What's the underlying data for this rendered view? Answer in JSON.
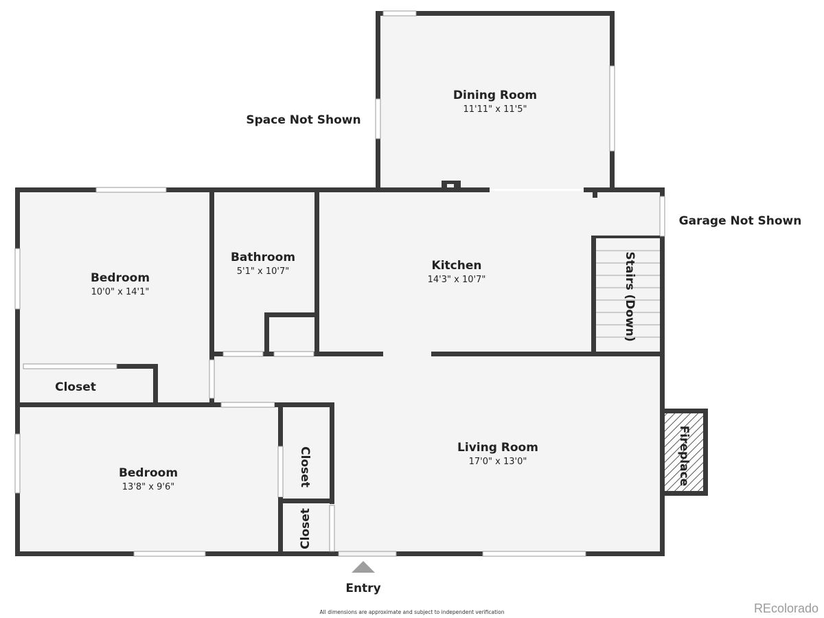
{
  "rooms": {
    "dining": {
      "name": "Dining Room",
      "dims": "11'11\" x 11'5\""
    },
    "bedroom1": {
      "name": "Bedroom",
      "dims": "10'0\" x 14'1\""
    },
    "bathroom": {
      "name": "Bathroom",
      "dims": "5'1\" x 10'7\""
    },
    "kitchen": {
      "name": "Kitchen",
      "dims": "14'3\" x 10'7\""
    },
    "stairs": {
      "name": "Stairs (Down)"
    },
    "closet1": {
      "name": "Closet"
    },
    "living": {
      "name": "Living Room",
      "dims": "17'0\" x 13'0\""
    },
    "bedroom2": {
      "name": "Bedroom",
      "dims": "13'8\" x 9'6\""
    },
    "closet2": {
      "name": "Closet"
    },
    "closet3": {
      "name": "Closet"
    },
    "fireplace": {
      "name": "Fireplace"
    }
  },
  "notes": {
    "space_not_shown": "Space Not Shown",
    "garage_not_shown": "Garage Not Shown",
    "entry": "Entry"
  },
  "footer": {
    "disclaimer": "All dimensions are approximate and subject to independent verification",
    "brand": "REcolorado"
  },
  "colors": {
    "wall": "#3a3a3a",
    "floor": "#f4f4f4",
    "entry_arrow": "#9e9e9e",
    "fireplace_hatch": "#555555"
  }
}
